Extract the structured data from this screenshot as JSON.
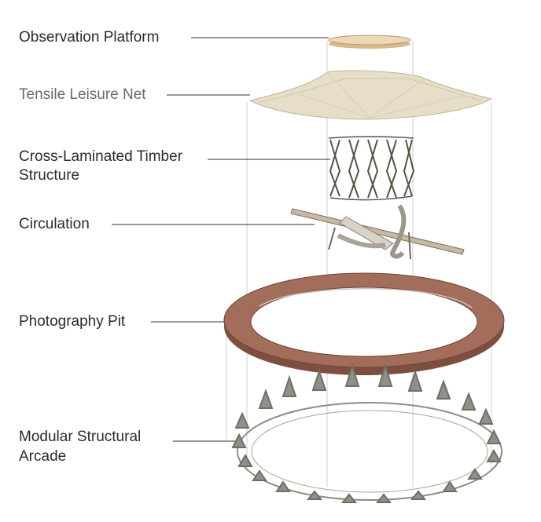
{
  "labels": {
    "observation_platform": "Observation Platform",
    "tensile_net": "Tensile Leisure Net",
    "timber_line1": "Cross-Laminated Timber",
    "timber_line2": "Structure",
    "circulation": "Circulation",
    "photography_pit": "Photography Pit",
    "arcade_line1": "Modular Structural",
    "arcade_line2": "Arcade"
  },
  "colors": {
    "text": "#2b2b2b",
    "leader": "#333333",
    "guide": "#c8c8c8",
    "platform": "#e7d2b0",
    "net": "#e3dcc4",
    "timber": "#5a5145",
    "ring_outer": "#8a5a4a",
    "ring_inner": "#b07a66",
    "arcade": "#7c7f74"
  }
}
